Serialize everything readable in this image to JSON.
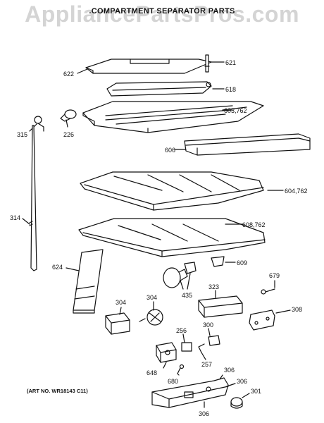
{
  "watermark": "AppliancePartsPros.com",
  "title": ".COMPARTMENT SEPARATOR PARTS",
  "art_number": "(ART NO. WR18143 C11)",
  "labels": {
    "p621": "621",
    "p622": "622",
    "p618": "618",
    "p603": "603,762",
    "p315": "315",
    "p226": "226",
    "p606": "606",
    "p604": "604,762",
    "p314": "314",
    "p608": "608,762",
    "p624": "624",
    "p609": "609",
    "p679": "679",
    "p435": "435",
    "p323": "323",
    "p304a": "304",
    "p304b": "304",
    "p308": "308",
    "p300": "300",
    "p256": "256",
    "p257": "257",
    "p648": "648",
    "p680": "680",
    "p306a": "306",
    "p306b": "306",
    "p306c": "306",
    "p301": "301"
  }
}
